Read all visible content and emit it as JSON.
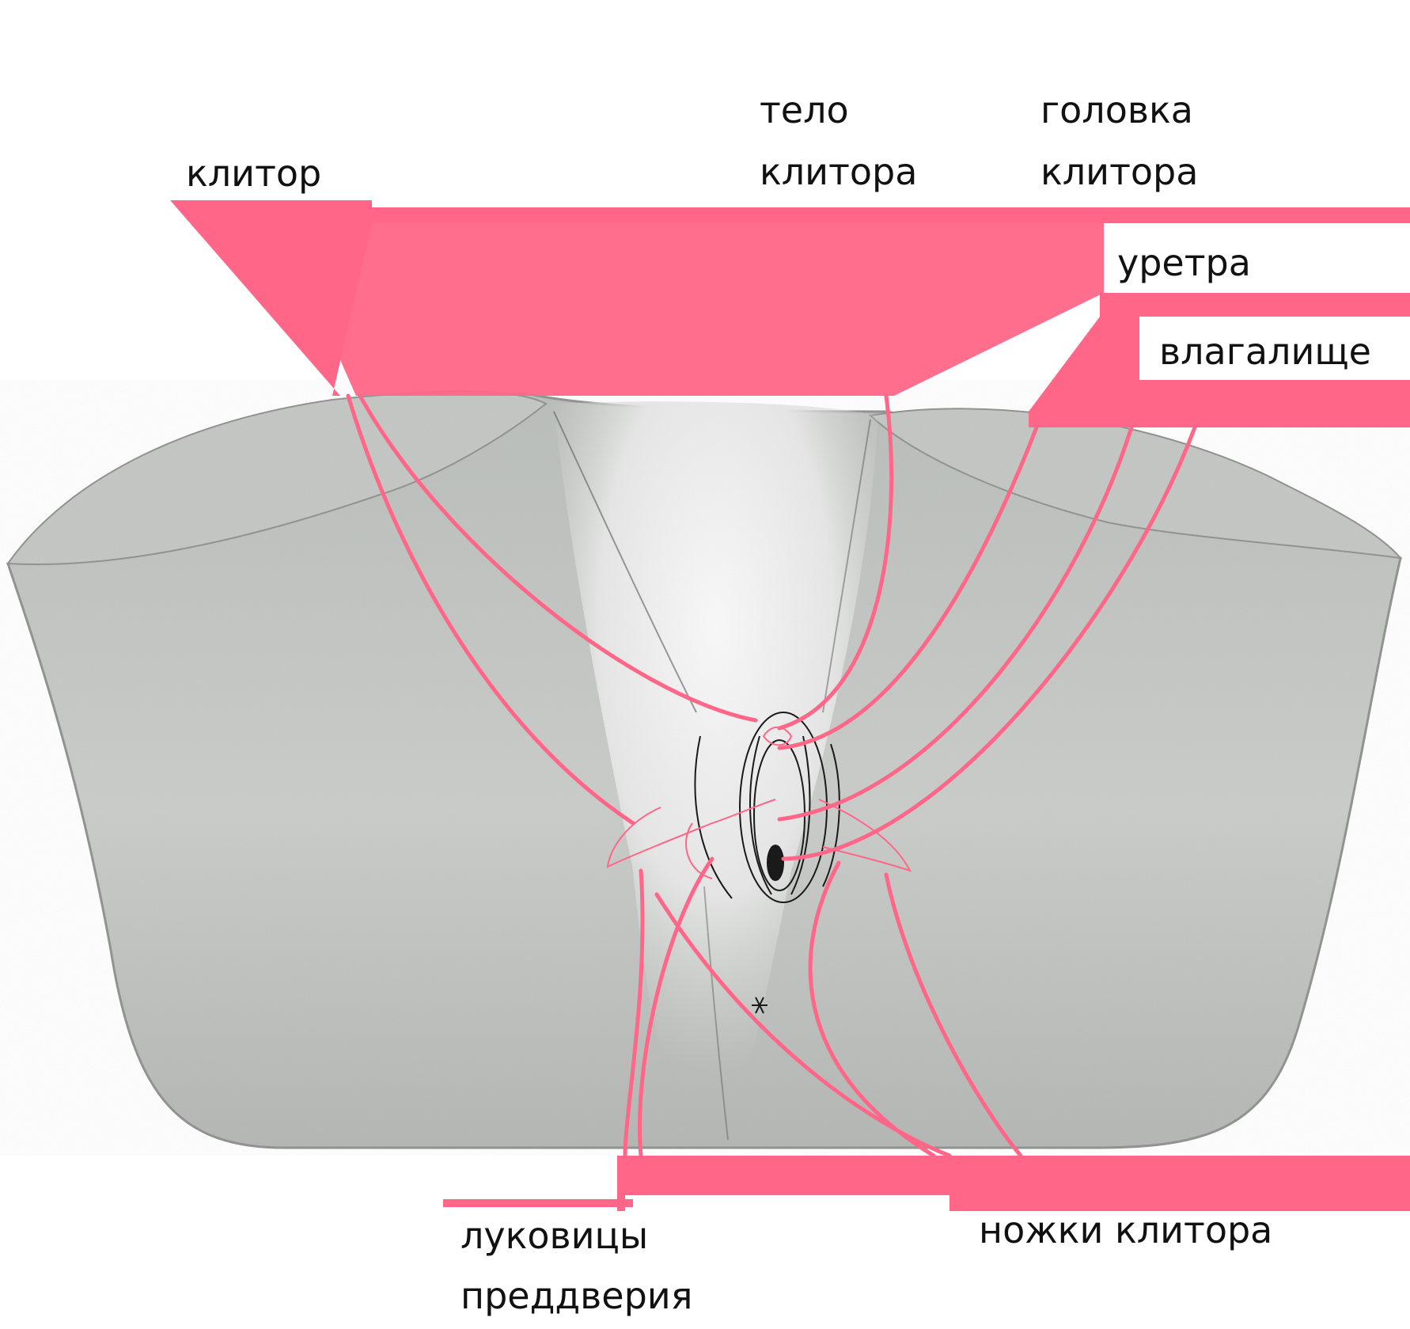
{
  "labels": {
    "clitoris": "клитор",
    "body_line1": "тело",
    "body_line2": "клитора",
    "glans_line1": "головка",
    "glans_line2": "клитора",
    "urethra": "уретра",
    "vagina": "влагалище",
    "bulbs_line1": "луковицы",
    "bulbs_line2": "преддверия",
    "crura": "ножки клитора"
  },
  "colors": {
    "accent": "#ff6687",
    "body_fill": "#c9ccc9",
    "body_edge": "#8e918e",
    "highlight": "#eeeeee",
    "ink": "#1a1a1a",
    "text": "#111111"
  }
}
